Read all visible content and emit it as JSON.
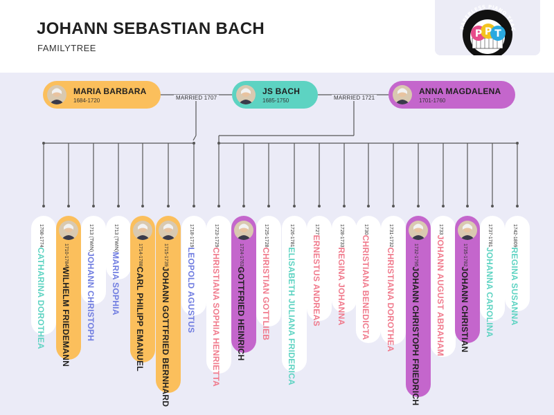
{
  "header": {
    "title": "JOHANN SEBASTIAN BACH",
    "subtitle": "FAMILYTREE"
  },
  "logo": {
    "ring_text": "THE PAPERLESS PIANO TEACHER",
    "letters": [
      "P",
      "P",
      "T"
    ]
  },
  "colors": {
    "orange": "#fbbf5c",
    "teal": "#5dd3c2",
    "purple": "#c466cc",
    "background": "#ebebf7",
    "pink": "#f07a8c",
    "blue": "#6f7ce0",
    "line": "#555555"
  },
  "parents": [
    {
      "name": "MARIA BARBARA",
      "years": "1684-1720",
      "color": "orange",
      "icon": "portrait-icon"
    },
    {
      "name": "JS BACH",
      "years": "1685-1750",
      "color": "teal",
      "icon": "portrait-icon"
    },
    {
      "name": "ANNA MAGDALENA",
      "years": "1701-1760",
      "color": "purple",
      "icon": "portrait-icon"
    }
  ],
  "marriages": [
    "MARRIED 1707",
    "MARRIED 1721"
  ],
  "children": [
    {
      "name": "CATHARINA DOROTHEA",
      "years": "1708-1774",
      "style": "white",
      "text_color": "teal"
    },
    {
      "name": "WILHELM FRIEDEMANN",
      "years": "1710-1784",
      "style": "orange",
      "portrait": true
    },
    {
      "name": "JOHANN CHRISTOPH",
      "years": "1713 (TWIN)",
      "style": "white",
      "text_color": "blue"
    },
    {
      "name": "MARIA SOPHIA",
      "years": "1713 (TWIN)",
      "style": "white",
      "text_color": "blue"
    },
    {
      "name": "CARL PHILIPP EMANUEL",
      "years": "1714-1788",
      "style": "orange",
      "portrait": true
    },
    {
      "name": "JOHANN GOTTFRIED BERNHARD",
      "years": "1715-1739",
      "style": "orange",
      "portrait": true
    },
    {
      "name": "LEOPOLD AGUSTUS",
      "years": "1718-1719",
      "style": "white",
      "text_color": "blue"
    },
    {
      "name": "CHRISTIANA SOPHIA HENRIETTA",
      "years": "1723-1729",
      "style": "white",
      "text_color": "pink"
    },
    {
      "name": "GOTTFRIED HEINRICH",
      "years": "1724-1763",
      "style": "purple",
      "portrait": true
    },
    {
      "name": "CHRISTIAN GOTTLIEB",
      "years": "1725-1728",
      "style": "white",
      "text_color": "pink"
    },
    {
      "name": "ELISABETH JULIANA FRIDERICA",
      "years": "1726-1781",
      "style": "white",
      "text_color": "teal"
    },
    {
      "name": "ERNESTUS ANDREAS",
      "years": "1727",
      "style": "white",
      "text_color": "pink"
    },
    {
      "name": "REGINA JOHANNA",
      "years": "1728-1733",
      "style": "white",
      "text_color": "pink"
    },
    {
      "name": "CHRISTIANA BENEDICTA",
      "years": "1730",
      "style": "white",
      "text_color": "pink"
    },
    {
      "name": "CHRISTIANA DOROTHEA",
      "years": "1731-1732",
      "style": "white",
      "text_color": "pink"
    },
    {
      "name": "JOHANN CHRISTOPH FRIEDRICH",
      "years": "1732-1795",
      "style": "purple",
      "portrait": true
    },
    {
      "name": "JOHANN AUGUST ABRAHAM",
      "years": "1733",
      "style": "white",
      "text_color": "pink"
    },
    {
      "name": "JOHANN CHRISTIAN",
      "years": "1735-1782",
      "style": "purple",
      "portrait": true
    },
    {
      "name": "JOHANNA CAROLINA",
      "years": "1737-1781",
      "style": "white",
      "text_color": "teal"
    },
    {
      "name": "REGINA SUSANNA",
      "years": "1742-1809",
      "style": "white",
      "text_color": "teal"
    }
  ]
}
